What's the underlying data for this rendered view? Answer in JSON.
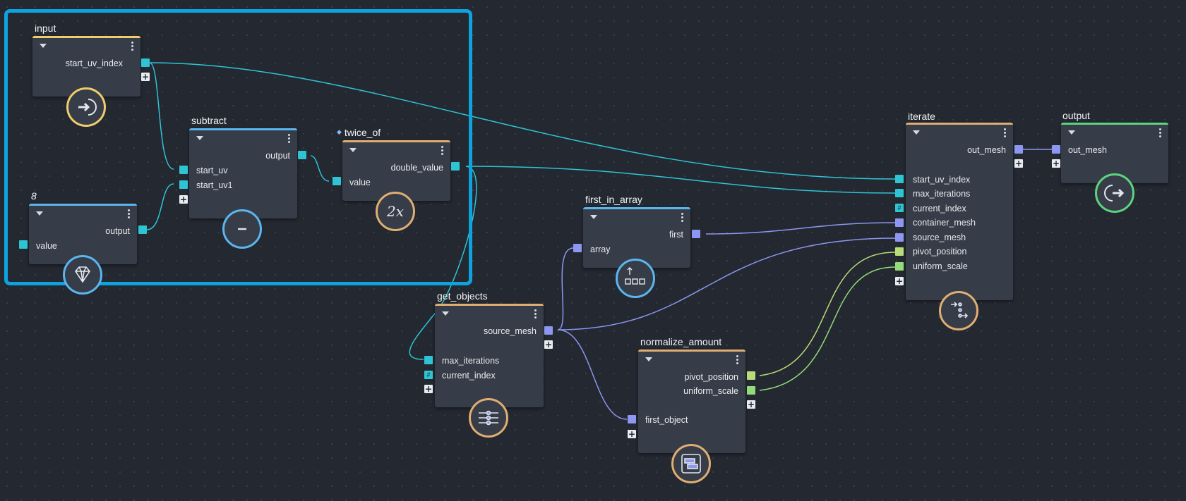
{
  "colors": {
    "cyan": "#2fc4d4",
    "purple": "#8d96f0",
    "green": "#93db7a",
    "yellow_badge": "#f0cc6a",
    "blue_badge": "#5bb6f0",
    "orange_badge": "#e0ae72",
    "green_badge": "#5ed37e",
    "selection": "#0ea3df"
  },
  "nodes": {
    "input": {
      "title": "input",
      "port_start_uv_index": "start_uv_index",
      "badge_icon": "arrow-into-bracket-icon"
    },
    "eight": {
      "title": "8",
      "port_output": "output",
      "port_value": "value",
      "badge_icon": "diamond-icon"
    },
    "subtract": {
      "title": "subtract",
      "port_output": "output",
      "port_start_uv": "start_uv",
      "port_start_uv1": "start_uv1",
      "badge_icon": "minus-icon"
    },
    "twice_of": {
      "title": "twice_of",
      "port_double_value": "double_value",
      "port_value": "value",
      "badge_text": "2x"
    },
    "get_objects": {
      "title": "get_objects",
      "port_source_mesh": "source_mesh",
      "port_max_iterations": "max_iterations",
      "port_current_index": "current_index",
      "badge_icon": "iterate-grid-icon"
    },
    "first_in_array": {
      "title": "first_in_array",
      "port_first": "first",
      "port_array": "array",
      "badge_icon": "first-element-icon"
    },
    "normalize_amount": {
      "title": "normalize_amount",
      "port_pivot_position": "pivot_position",
      "port_uniform_scale": "uniform_scale",
      "port_first_object": "first_object",
      "badge_icon": "normalize-icon"
    },
    "iterate": {
      "title": "iterate",
      "port_out_mesh": "out_mesh",
      "inputs": [
        "start_uv_index",
        "max_iterations",
        "current_index",
        "container_mesh",
        "source_mesh",
        "pivot_position",
        "uniform_scale"
      ],
      "badge_icon": "loop-steps-icon"
    },
    "output": {
      "title": "output",
      "port_out_mesh": "out_mesh",
      "badge_icon": "arrow-out-bracket-icon"
    }
  }
}
